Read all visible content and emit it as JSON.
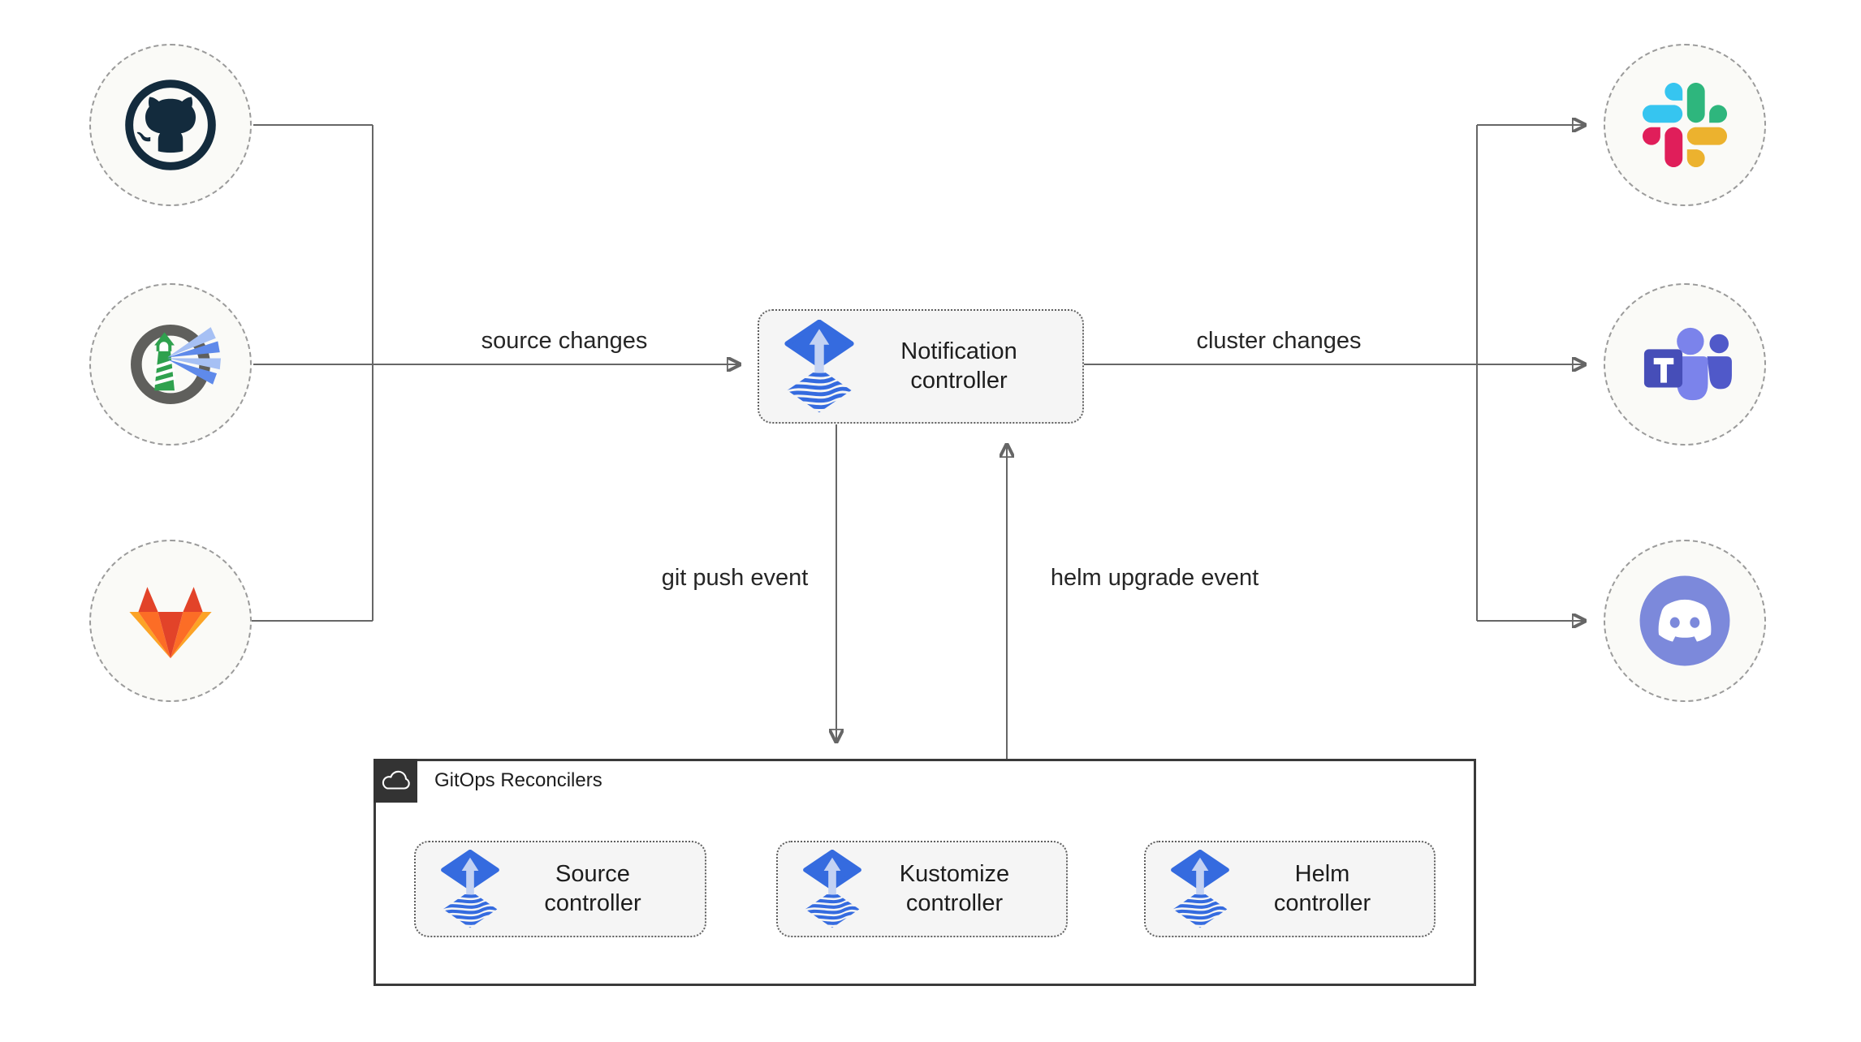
{
  "nodes": {
    "notification_controller": {
      "label": "Notification controller",
      "icon": "flux-icon"
    },
    "source_controller": {
      "label": "Source controller",
      "icon": "flux-icon"
    },
    "kustomize_controller": {
      "label": "Kustomize controller",
      "icon": "flux-icon"
    },
    "helm_controller": {
      "label": "Helm controller",
      "icon": "flux-icon"
    }
  },
  "group": {
    "label": "GitOps Reconcilers",
    "icon": "cloud-icon"
  },
  "edges": {
    "source_changes": "source changes",
    "cluster_changes": "cluster changes",
    "git_push_event": "git push event",
    "helm_upgrade_event": "helm upgrade event"
  },
  "sources": [
    {
      "name": "github",
      "icon": "github-icon"
    },
    {
      "name": "harbor",
      "icon": "harbor-icon"
    },
    {
      "name": "gitlab",
      "icon": "gitlab-icon"
    }
  ],
  "notifiers": [
    {
      "name": "slack",
      "icon": "slack-icon"
    },
    {
      "name": "microsoft-teams",
      "icon": "teams-icon"
    },
    {
      "name": "discord",
      "icon": "discord-icon"
    }
  ],
  "colors": {
    "line": "#666666",
    "flux_blue": "#356BDF",
    "box_fill": "#f5f5f5",
    "group_border": "#3a3a3a",
    "group_header": "#333333",
    "circle_fill": "#fafaf7",
    "slack": [
      "#36C5F0",
      "#2EB67D",
      "#ECB22E",
      "#E01E5A"
    ],
    "gitlab": [
      "#E24329",
      "#FC6D26",
      "#FCA326"
    ],
    "teams": [
      "#7B83EB",
      "#5059C9",
      "#464EB8"
    ],
    "discord": "#7C89DB",
    "github": "#132B3D",
    "harbor_ring": "#5F5F5C",
    "harbor_green": "#2FA14E",
    "harbor_beam": "#7D9FEF"
  }
}
